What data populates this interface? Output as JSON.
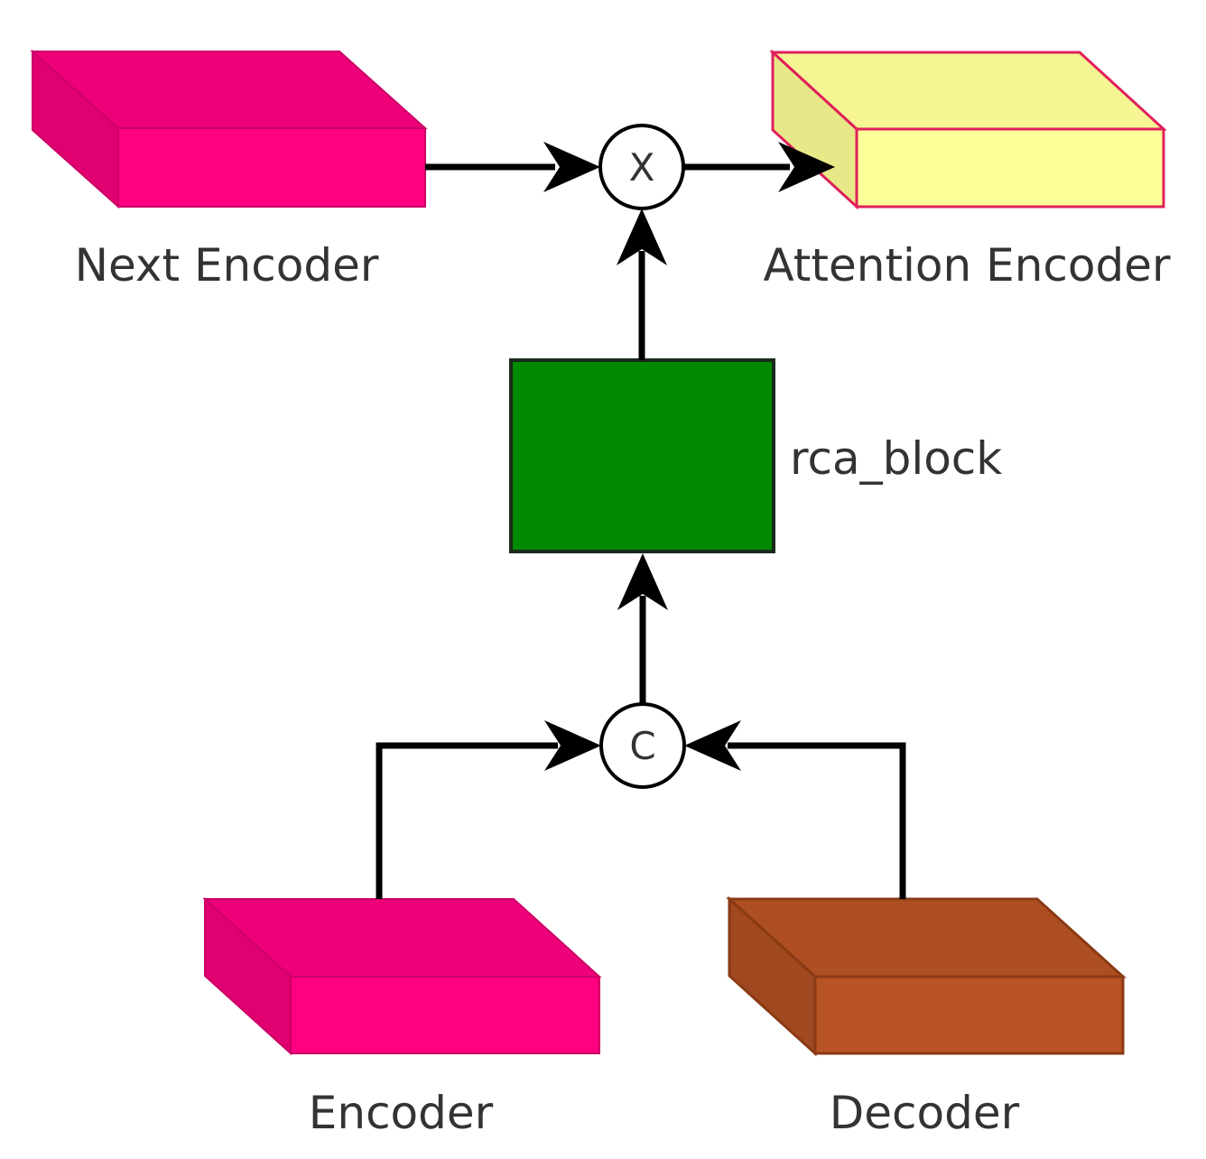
{
  "nodes": {
    "next_encoder": {
      "label": "Next Encoder"
    },
    "attention_encoder": {
      "label": "Attention Encoder"
    },
    "rca_block": {
      "label": "rca_block"
    },
    "encoder": {
      "label": "Encoder"
    },
    "decoder": {
      "label": "Decoder"
    }
  },
  "operators": {
    "multiply": {
      "glyph": "X"
    },
    "concat": {
      "glyph": "C"
    }
  },
  "colors": {
    "next_encoder": {
      "front": "#ff0080",
      "top": "#ee007a",
      "side": "#e0006f",
      "edge": "#cc0066"
    },
    "encoder": {
      "front": "#ff0080",
      "top": "#ee007a",
      "side": "#e0006f",
      "edge": "#cc0066"
    },
    "attention_encoder": {
      "front": "#ffff99",
      "top": "#f5f594",
      "side": "#e8e888",
      "edge": "#e0205a"
    },
    "decoder": {
      "front": "#b85424",
      "top": "#ad4f22",
      "side": "#a04820",
      "edge": "#8a3a14"
    },
    "rca_block": {
      "fill": "#008a00",
      "edge": "#1a2a1a"
    }
  }
}
